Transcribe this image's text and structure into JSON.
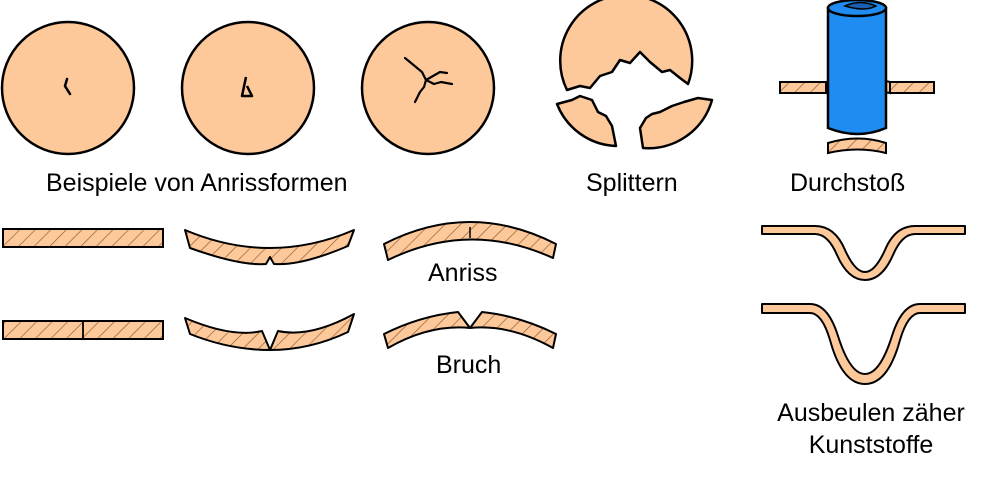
{
  "labels": {
    "anrissformen": "Beispiele von Anrissformen",
    "splittern": "Splittern",
    "durchstoss": "Durchstoß",
    "anriss": "Anriss",
    "bruch": "Bruch",
    "ausbeulen_line1": "Ausbeulen zäher",
    "ausbeulen_line2": "Kunststoffe"
  },
  "colors": {
    "material": "#FDC89A",
    "outline": "#000000",
    "hatch": "#8a5a30",
    "punch": "#1E8CF0",
    "punch_top": "#1A5FB0"
  }
}
